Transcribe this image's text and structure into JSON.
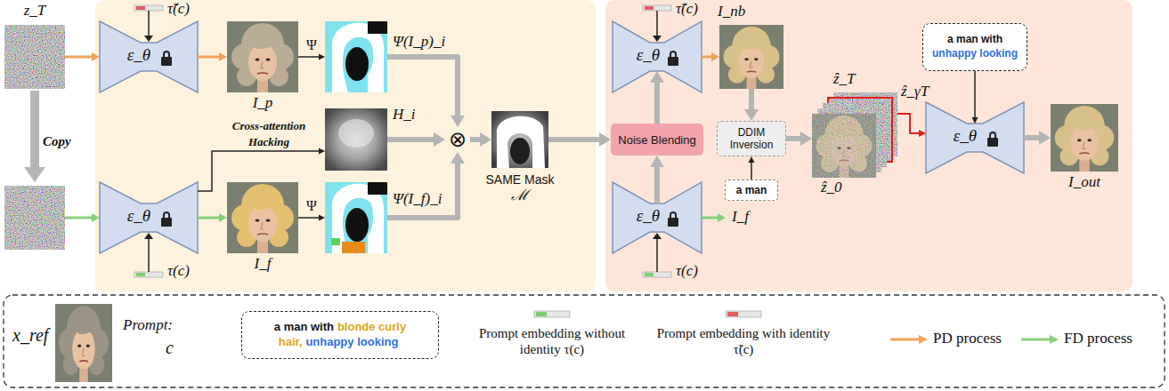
{
  "diagram": {
    "nodes": [
      {
        "text": [
          "z_T"
        ]
      },
      {
        "text": [
          "ε_θ"
        ]
      },
      {
        "text": [
          "I_p"
        ]
      },
      {
        "text": [
          "Ψ(I_p)_i"
        ]
      },
      {
        "text": [
          "ε_θ"
        ]
      },
      {
        "text": [
          "I_f"
        ]
      },
      {
        "text": [
          "Ψ(I_f)_i"
        ]
      },
      {
        "text": [
          "H_i"
        ]
      },
      {
        "text": [
          "⊗"
        ]
      },
      {
        "text": [
          "SAME Mask",
          "ℳ"
        ]
      },
      {
        "text": [
          "ε_θ"
        ]
      },
      {
        "text": [
          "ε_θ"
        ]
      },
      {
        "text": [
          "Noise Blending"
        ]
      },
      {
        "text": [
          "I_nb"
        ]
      },
      {
        "text": [
          "DDIM Inversion"
        ]
      },
      {
        "text": [
          "a man"
        ]
      },
      {
        "text": [
          "ẑ_T",
          "ẑ_γT",
          "ẑ_0"
        ]
      },
      {
        "text": [
          "a man with",
          "unhappy looking"
        ]
      },
      {
        "text": [
          "ε_θ"
        ]
      },
      {
        "text": [
          "I_out"
        ]
      },
      {
        "text": [
          "a man with",
          "blonde curly hair,",
          "unhappy looking"
        ]
      }
    ],
    "edges": [
      {
        "from": 0,
        "to": 1,
        "arrow": "to"
      },
      {
        "from": 1,
        "to": 2,
        "arrow": "to"
      },
      {
        "from": 2,
        "to": 3,
        "arrow": "to",
        "label": "Ψ"
      },
      {
        "from": 4,
        "to": 5,
        "arrow": "to"
      },
      {
        "from": 5,
        "to": 6,
        "arrow": "to",
        "label": "Ψ"
      },
      {
        "from": 4,
        "to": 7,
        "arrow": "to",
        "label": "Cross-attention Hacking"
      },
      {
        "from": 3,
        "to": 8,
        "arrow": "to"
      },
      {
        "from": 7,
        "to": 8,
        "arrow": "to"
      },
      {
        "from": 6,
        "to": 8,
        "arrow": "to"
      },
      {
        "from": 8,
        "to": 9,
        "arrow": "to"
      },
      {
        "from": 9,
        "to": 12,
        "arrow": "to"
      },
      {
        "from": 11,
        "to": 12,
        "arrow": "to"
      },
      {
        "from": 12,
        "to": 10,
        "arrow": "to"
      },
      {
        "from": 10,
        "to": 13,
        "arrow": "to"
      },
      {
        "from": 13,
        "to": 14,
        "arrow": "to"
      },
      {
        "from": 15,
        "to": 14,
        "arrow": "to"
      },
      {
        "from": 14,
        "to": 16,
        "arrow": "to"
      },
      {
        "from": 16,
        "to": 18,
        "arrow": "to"
      },
      {
        "from": 17,
        "to": 18,
        "arrow": "to"
      },
      {
        "from": 18,
        "to": 19,
        "arrow": "to"
      }
    ],
    "labels": [
      "Copy",
      "τ̃(c)",
      "τ(c)",
      "τ̃(c)",
      "τ(c)",
      "I_f",
      "x_ref",
      "Prompt:",
      "c"
    ],
    "legend": [
      {
        "text": "Prompt embedding without identity τ(c)"
      },
      {
        "text": "Prompt embedding with identity τ̃(c)"
      },
      {
        "text": "PD process"
      },
      {
        "text": "FD process"
      }
    ]
  }
}
